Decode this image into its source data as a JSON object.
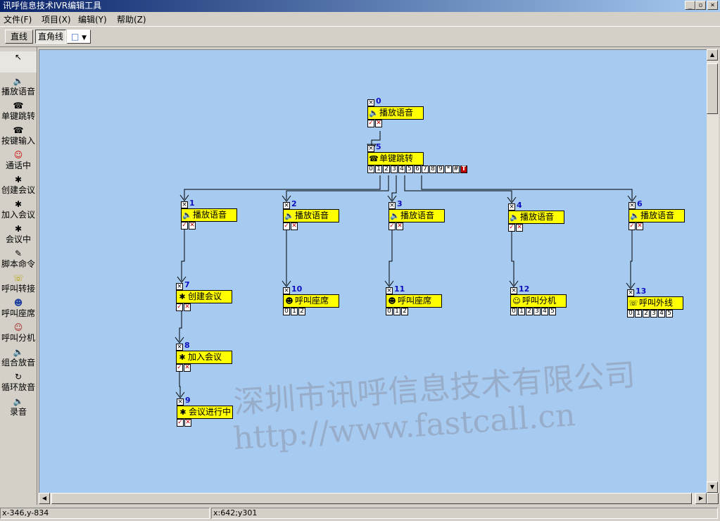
{
  "window": {
    "title": "讯呼信息技术IVR编辑工具",
    "btn_min": "_",
    "btn_max": "▫",
    "btn_close": "×"
  },
  "menu": [
    "文件(F)",
    "项目(X)",
    "编辑(Y)",
    "帮助(Z)"
  ],
  "toolbar": {
    "straight": "直线",
    "right_angle": "直角线",
    "line_style": "□"
  },
  "palette": [
    {
      "label": "",
      "icon": "pointer-icon"
    },
    {
      "label": "播放语音",
      "icon": "speaker-icon"
    },
    {
      "label": "单键跳转",
      "icon": "phone-keys-icon"
    },
    {
      "label": "按键输入",
      "icon": "phone-keys-icon"
    },
    {
      "label": "通话中",
      "icon": "person-icon"
    },
    {
      "label": "创建会议",
      "icon": "conference-icon"
    },
    {
      "label": "加入会议",
      "icon": "conference-icon"
    },
    {
      "label": "会议中",
      "icon": "conference-icon"
    },
    {
      "label": "脚本命令",
      "icon": "script-icon"
    },
    {
      "label": "呼叫转接",
      "icon": "transfer-icon"
    },
    {
      "label": "呼叫座席",
      "icon": "agent-icon"
    },
    {
      "label": "呼叫分机",
      "icon": "extension-icon"
    },
    {
      "label": "组合放音",
      "icon": "speaker-icon"
    },
    {
      "label": "循环放音",
      "icon": "loop-icon"
    },
    {
      "label": "录音",
      "icon": "speaker-icon"
    }
  ],
  "nodes": [
    {
      "id": "0",
      "label": "播放语音",
      "icon": "speaker-icon",
      "ports": [
        "✓",
        "✕"
      ]
    },
    {
      "id": "5",
      "label": "单键跳转",
      "icon": "phone-keys-icon",
      "ports": [
        "0",
        "1",
        "2",
        "3",
        "4",
        "5",
        "6",
        "7",
        "8",
        "9",
        "*",
        "#",
        "T"
      ]
    },
    {
      "id": "1",
      "label": "播放语音",
      "icon": "speaker-icon",
      "ports": [
        "✓",
        "✕"
      ]
    },
    {
      "id": "2",
      "label": "播放语音",
      "icon": "speaker-icon",
      "ports": [
        "✓",
        "✕"
      ]
    },
    {
      "id": "3",
      "label": "播放语音",
      "icon": "speaker-icon",
      "ports": [
        "✓",
        "✕"
      ]
    },
    {
      "id": "4",
      "label": "播放语音",
      "icon": "speaker-icon",
      "ports": [
        "✓",
        "✕"
      ]
    },
    {
      "id": "6",
      "label": "播放语音",
      "icon": "speaker-icon",
      "ports": [
        "✓",
        "✕"
      ]
    },
    {
      "id": "7",
      "label": "创建会议",
      "icon": "conference-icon",
      "ports": [
        "✓",
        "✕"
      ]
    },
    {
      "id": "10",
      "label": "呼叫座席",
      "icon": "agent-icon",
      "ports": [
        "0",
        "1",
        "2"
      ]
    },
    {
      "id": "11",
      "label": "呼叫座席",
      "icon": "agent-icon",
      "ports": [
        "0",
        "1",
        "2"
      ]
    },
    {
      "id": "12",
      "label": "呼叫分机",
      "icon": "extension-icon",
      "ports": [
        "0",
        "1",
        "2",
        "3",
        "4",
        "5"
      ]
    },
    {
      "id": "13",
      "label": "呼叫外线",
      "icon": "transfer-icon",
      "ports": [
        "0",
        "1",
        "2",
        "3",
        "4",
        "5"
      ]
    },
    {
      "id": "8",
      "label": "加入会议",
      "icon": "conference-icon",
      "ports": [
        "✓",
        "✕"
      ]
    },
    {
      "id": "9",
      "label": "会议进行中",
      "icon": "conference-icon",
      "ports": [
        "✓",
        "✕"
      ]
    }
  ],
  "watermark": {
    "line1": "深圳市讯呼信息技术有限公司",
    "line2": "http://www.fastcall.cn"
  },
  "status": {
    "left": "x-346,y-834",
    "right": "x:642;y301"
  }
}
